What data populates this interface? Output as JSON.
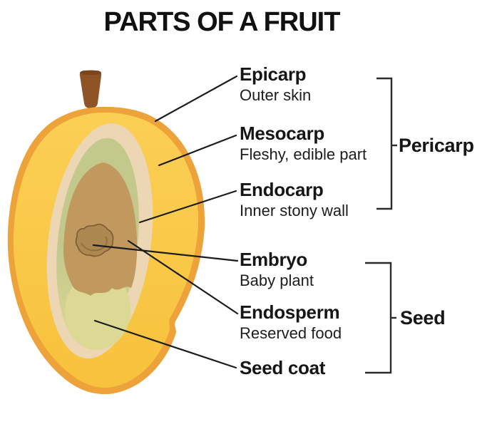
{
  "title": "PARTS OF A FRUIT",
  "labels": [
    {
      "name": "Epicarp",
      "desc": "Outer skin"
    },
    {
      "name": "Mesocarp",
      "desc": "Fleshy, edible part"
    },
    {
      "name": "Endocarp",
      "desc": "Inner stony wall"
    },
    {
      "name": "Embryo",
      "desc": "Baby plant"
    },
    {
      "name": "Endosperm",
      "desc": "Reserved food"
    },
    {
      "name": "Seed coat",
      "desc": ""
    }
  ],
  "groups": [
    {
      "name": "Pericarp",
      "members": [
        "Epicarp",
        "Mesocarp",
        "Endocarp"
      ]
    },
    {
      "name": "Seed",
      "members": [
        "Embryo",
        "Endosperm",
        "Seed coat"
      ]
    }
  ],
  "colors": {
    "skin_rim": "#EDA23A",
    "skin_edge": "#E2952F",
    "flesh_yellow": "#F7C23C",
    "flesh_light": "#FBCF55",
    "endocarp_cream": "#ECD6B3",
    "seed_coat_green": "#C3C88B",
    "endosperm_pale": "#DCD994",
    "kernel_tan": "#C1995F",
    "embryo_brown": "#AE8851",
    "embryo_outline": "#7C5B2F",
    "stem_brown": "#8E5426",
    "stem_top": "#7B441E",
    "line_black": "#1C1C1C",
    "bracket_black": "#2B2B2B"
  }
}
